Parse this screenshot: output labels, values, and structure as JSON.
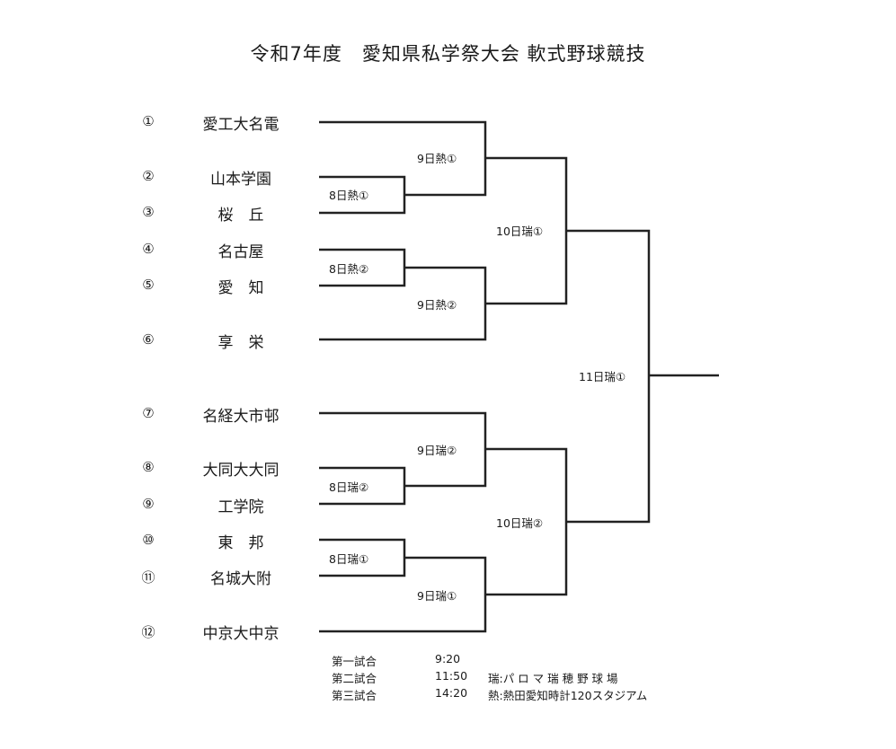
{
  "title": "令和7年度　愛知県私学祭大会 軟式野球競技",
  "teams": [
    {
      "num": "①",
      "name": "愛工大名電"
    },
    {
      "num": "②",
      "name": "山本学園"
    },
    {
      "num": "③",
      "name": "桜　丘"
    },
    {
      "num": "④",
      "name": "名古屋"
    },
    {
      "num": "⑤",
      "name": "愛　知"
    },
    {
      "num": "⑥",
      "name": "享　栄"
    },
    {
      "num": "⑦",
      "name": "名経大市邨"
    },
    {
      "num": "⑧",
      "name": "大同大大同"
    },
    {
      "num": "⑨",
      "name": "工学院"
    },
    {
      "num": "⑩",
      "name": "東　邦"
    },
    {
      "num": "⑪",
      "name": "名城大附"
    },
    {
      "num": "⑫",
      "name": "中京大中京"
    }
  ],
  "matches": {
    "r1_a": "8日熱①",
    "r1_b": "8日熱②",
    "r1_c": "8日瑞②",
    "r1_d": "8日瑞①",
    "qf_a": "9日熱①",
    "qf_b": "9日熱②",
    "qf_c": "9日瑞②",
    "qf_d": "9日瑞①",
    "sf_a": "10日瑞①",
    "sf_b": "10日瑞②",
    "final": "11日瑞①"
  },
  "schedule": [
    {
      "label": "第一試合",
      "time": "9:20"
    },
    {
      "label": "第二試合",
      "time": "11:50"
    },
    {
      "label": "第三試合",
      "time": "14:20"
    }
  ],
  "venues": [
    "瑞:パ ロ マ 瑞 穂 野 球 場",
    "熱:熱田愛知時計120スタジアム"
  ]
}
